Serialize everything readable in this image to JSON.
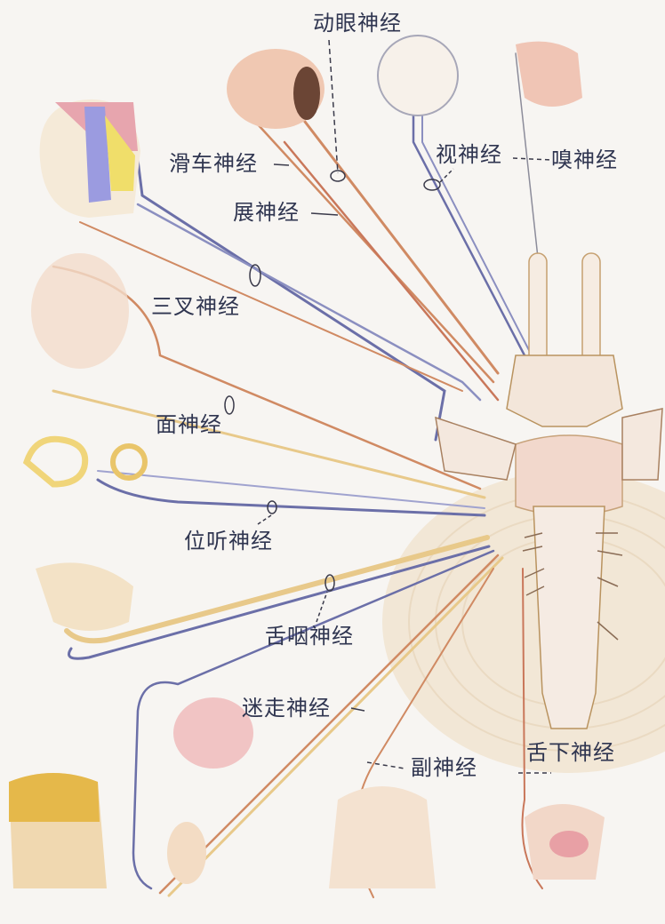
{
  "diagram": {
    "type": "anatomical-illustration",
    "subject": "cranial nerves",
    "colors": {
      "background": "#f7f5f2",
      "label_text": "#2f3550",
      "nerve_orange": "#d08a63",
      "nerve_blue": "#6b6fa8",
      "nerve_yellow": "#e8c98a",
      "brainstem": "#f3e3d6",
      "brainstem_shadow": "#d9b078",
      "face_pink": "#e7a5ae",
      "face_blue": "#9b9be0",
      "face_yellow": "#f0de6a"
    },
    "labels": [
      {
        "id": "oculomotor",
        "text": "动眼神经"
      },
      {
        "id": "trochlear",
        "text": "滑车神经"
      },
      {
        "id": "abducens",
        "text": "展神经"
      },
      {
        "id": "optic",
        "text": "视神经"
      },
      {
        "id": "olfactory",
        "text": "嗅神经"
      },
      {
        "id": "trigeminal",
        "text": "三叉神经"
      },
      {
        "id": "facial",
        "text": "面神经"
      },
      {
        "id": "vestibulocochlear",
        "text": "位听神经"
      },
      {
        "id": "glossopharyngeal",
        "text": "舌咽神经"
      },
      {
        "id": "vagus",
        "text": "迷走神经"
      },
      {
        "id": "accessory",
        "text": "副神经"
      },
      {
        "id": "hypoglossal",
        "text": "舌下神经"
      }
    ]
  }
}
